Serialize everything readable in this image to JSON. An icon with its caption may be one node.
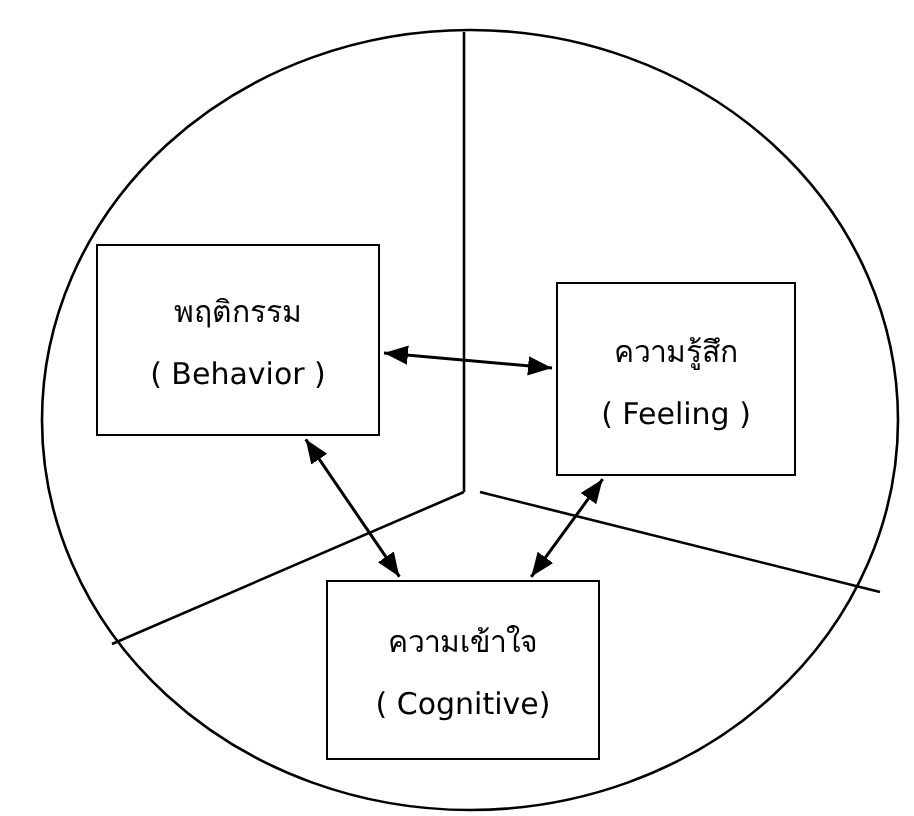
{
  "diagram": {
    "nodes": [
      {
        "text": [
          "พฤติกรรม",
          "( Behavior )"
        ]
      },
      {
        "text": [
          "ความรู้สึก",
          "( Feeling )"
        ]
      },
      {
        "text": [
          "ความเข้าใจ",
          "( Cognitive)"
        ]
      }
    ],
    "edges": [
      {
        "from": 0,
        "to": 1,
        "arrow": "both"
      },
      {
        "from": 0,
        "to": 2,
        "arrow": "both"
      },
      {
        "from": 2,
        "to": 1,
        "arrow": "both"
      }
    ]
  }
}
